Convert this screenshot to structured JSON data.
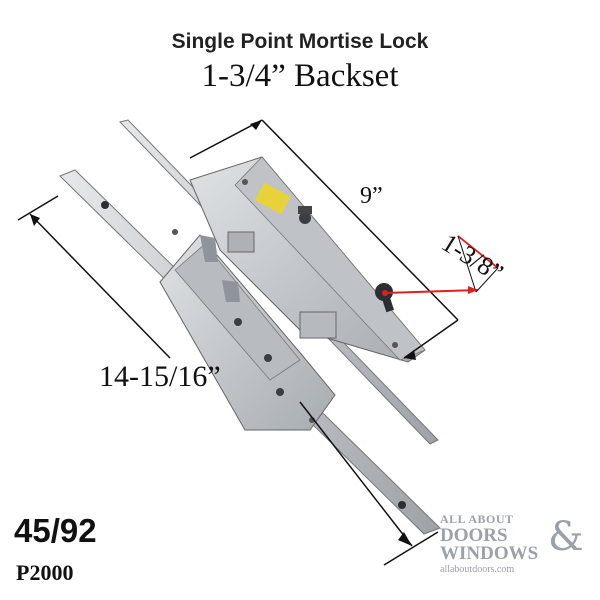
{
  "title": "Single Point Mortise Lock",
  "subtitle": "1-3/4” Backset",
  "dimensions": {
    "length_long": "14-15/16”",
    "length_body": "9”",
    "backset_small": "1-3/8”"
  },
  "codes": {
    "main": "45/92",
    "sub": "P2000"
  },
  "brand": {
    "line1": "ALL ABOUT",
    "line2": "DOORS",
    "line3": "WINDOWS",
    "ampersand": "&",
    "url": "allaboutdoors.com"
  },
  "colors": {
    "steel": "#c9ccd0",
    "steel_dark": "#8d9196",
    "accent_red": "#e02020",
    "brand_gray": "#9aa1a8"
  }
}
